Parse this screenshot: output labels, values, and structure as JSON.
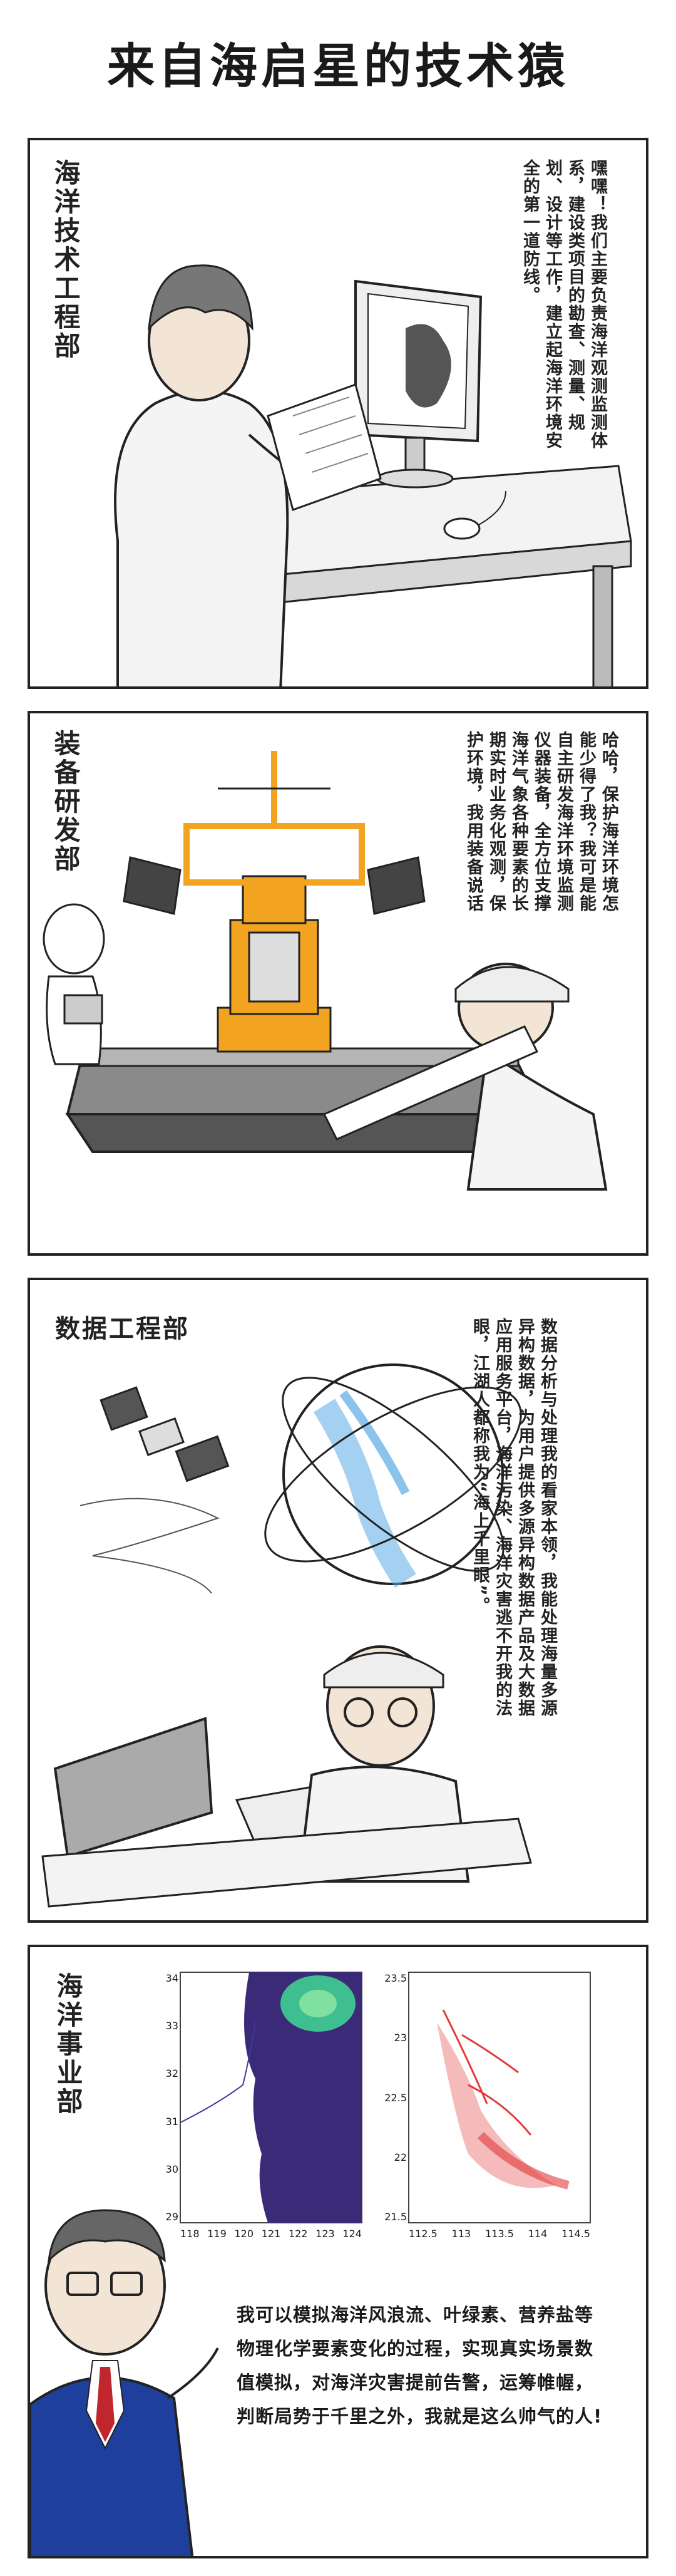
{
  "page_title": "来自海启星的技术猿",
  "panels": [
    {
      "department": "海洋技术工程部",
      "speech": "嘿嘿！我们主要负责海洋观测监测体系，建设类项目的勘查、测量、规划、设计等工作，建立起海洋环境安全的第一道防线。"
    },
    {
      "department": "装备研发部",
      "speech": "哈哈，保护海洋环境怎能少得了我？我可是能自主研发海洋环境监测仪器装备，全方位支撑海洋气象各种要素的长期实时业务化观测，保护环境，我用装备说话"
    },
    {
      "department": "数据工程部",
      "speech": "数据分析与处理我的看家本领，我能处理海量多源异构数据，为用户提供多源异构数据产品及大数据应用服务平台，海洋污染、海洋灾害逃不开我的法眼，江湖人都称我为“海上千里眼”。"
    },
    {
      "department": "海洋事业部",
      "speech_lines": [
        "我可以模拟海洋风浪流、叶绿素、营养盐等",
        "物理化学要素变化的过程，实现真实场景数",
        "值模拟，对海洋灾害提前告警，运筹帷幄，",
        "判断局势于千里之外，我就是这么帅气的人!"
      ],
      "map_left": {
        "y_ticks": [
          "34",
          "33",
          "32",
          "31",
          "30",
          "29"
        ],
        "x_ticks": [
          "118",
          "119",
          "120",
          "121",
          "122",
          "123",
          "124"
        ]
      },
      "map_right": {
        "y_ticks": [
          "23.5",
          "23",
          "22.5",
          "22",
          "21.5"
        ],
        "x_ticks": [
          "112.5",
          "113",
          "113.5",
          "114",
          "114.5"
        ]
      }
    }
  ],
  "colors": {
    "equipment_orange": "#f2a31f",
    "map_purple": "#3b2a78",
    "map_green": "#3fbf8f",
    "pollution_red": "#e23a3a",
    "earth_blue": "#5aa9e6",
    "suit_blue": "#1f3f9c"
  }
}
